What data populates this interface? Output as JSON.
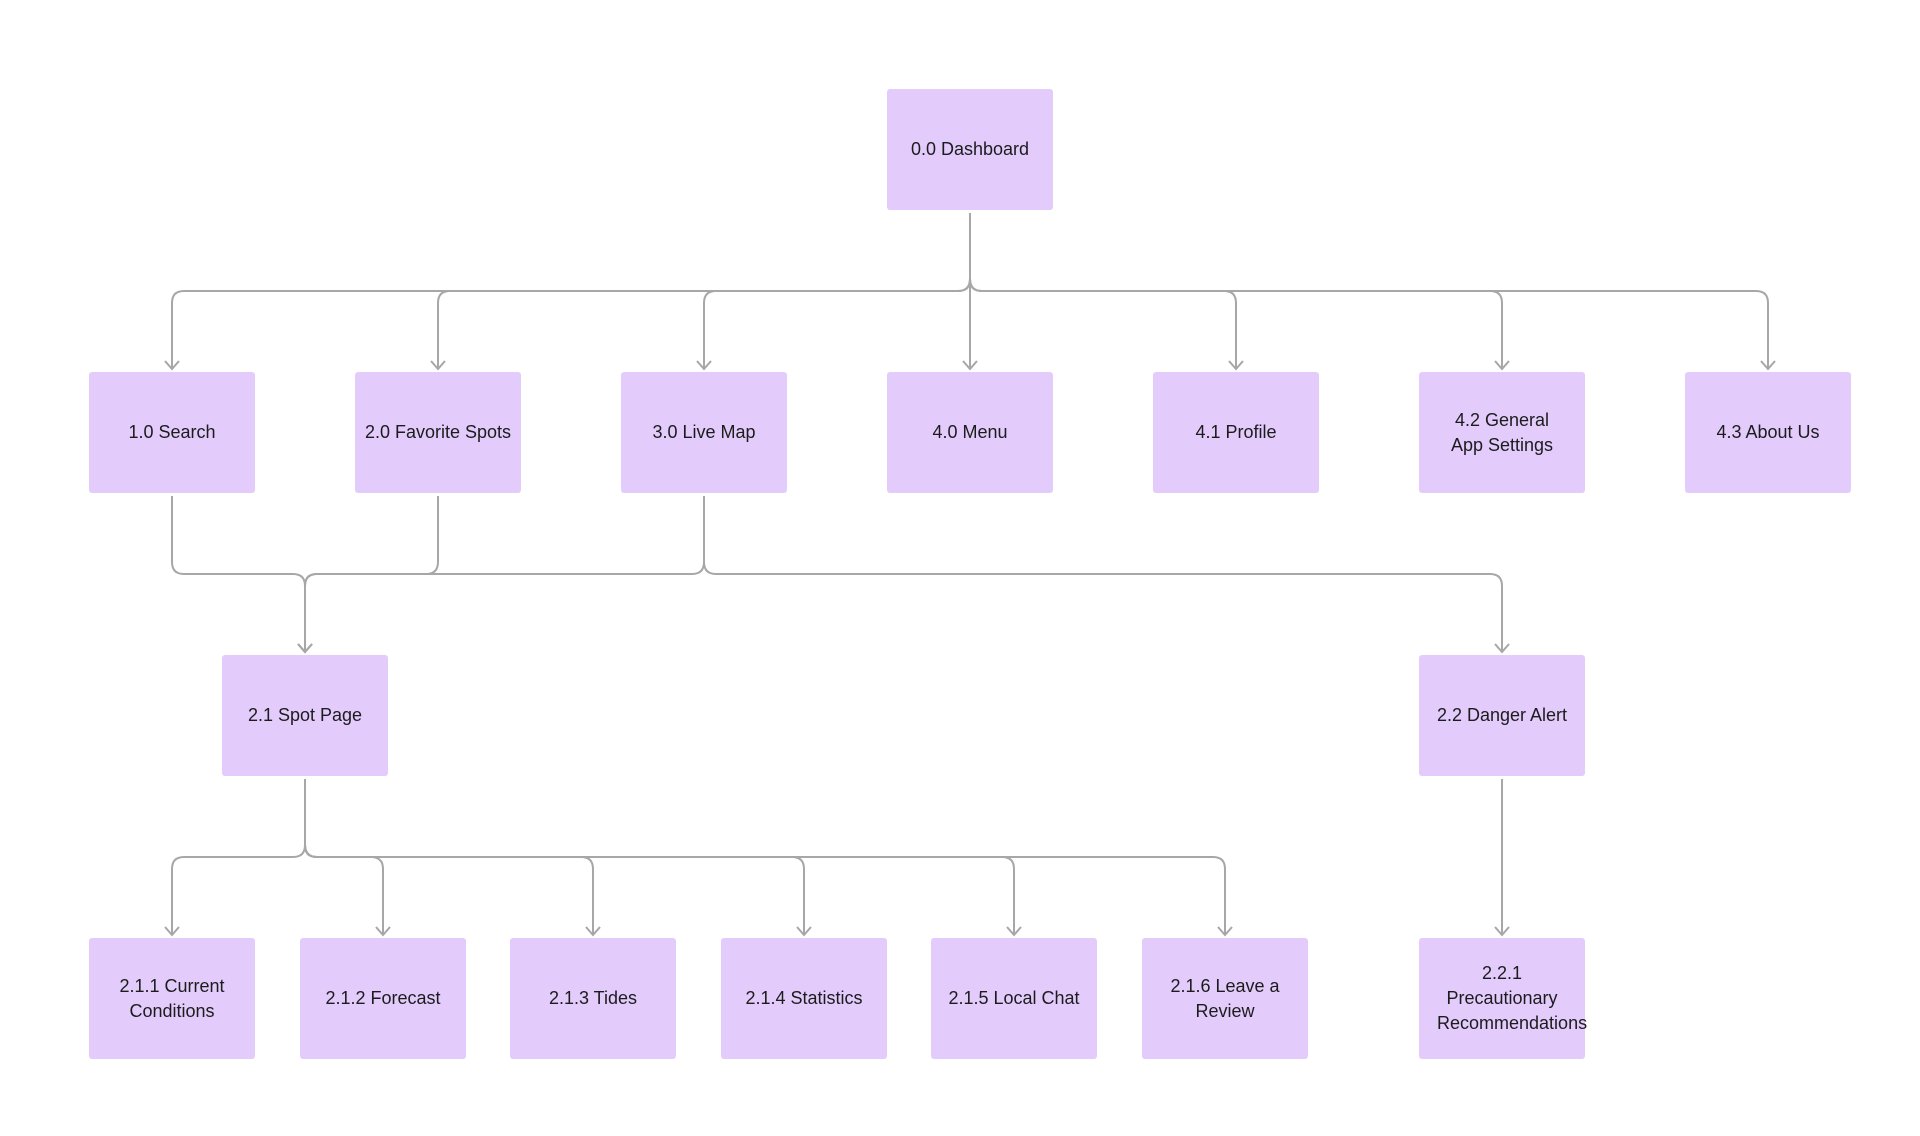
{
  "diagram": {
    "node_color": "#e3cbfc",
    "connector_color": "#a7a7a7",
    "background": "#ffffff",
    "nodes": {
      "dashboard": "0.0 Dashboard",
      "search": "1.0 Search",
      "favorite_spots": "2.0 Favorite Spots",
      "live_map": "3.0 Live Map",
      "menu": "4.0 Menu",
      "profile": "4.1 Profile",
      "general_app_settings": "4.2 General App Settings",
      "about_us": "4.3 About Us",
      "spot_page": "2.1 Spot Page",
      "danger_alert": "2.2 Danger Alert",
      "current_conditions": "2.1.1 Current Conditions",
      "forecast": "2.1.2 Forecast",
      "tides": "2.1.3 Tides",
      "statistics": "2.1.4 Statistics",
      "local_chat": "2.1.5 Local Chat",
      "leave_a_review": "2.1.6 Leave a Review",
      "precautionary_recommendations": "2.2.1 Precautionary Recommendations"
    },
    "edges": [
      [
        "dashboard",
        "search"
      ],
      [
        "dashboard",
        "favorite_spots"
      ],
      [
        "dashboard",
        "live_map"
      ],
      [
        "dashboard",
        "menu"
      ],
      [
        "dashboard",
        "profile"
      ],
      [
        "dashboard",
        "general_app_settings"
      ],
      [
        "dashboard",
        "about_us"
      ],
      [
        "search",
        "spot_page"
      ],
      [
        "favorite_spots",
        "spot_page"
      ],
      [
        "live_map",
        "spot_page"
      ],
      [
        "live_map",
        "danger_alert"
      ],
      [
        "spot_page",
        "current_conditions"
      ],
      [
        "spot_page",
        "forecast"
      ],
      [
        "spot_page",
        "tides"
      ],
      [
        "spot_page",
        "statistics"
      ],
      [
        "spot_page",
        "local_chat"
      ],
      [
        "spot_page",
        "leave_a_review"
      ],
      [
        "danger_alert",
        "precautionary_recommendations"
      ]
    ]
  }
}
